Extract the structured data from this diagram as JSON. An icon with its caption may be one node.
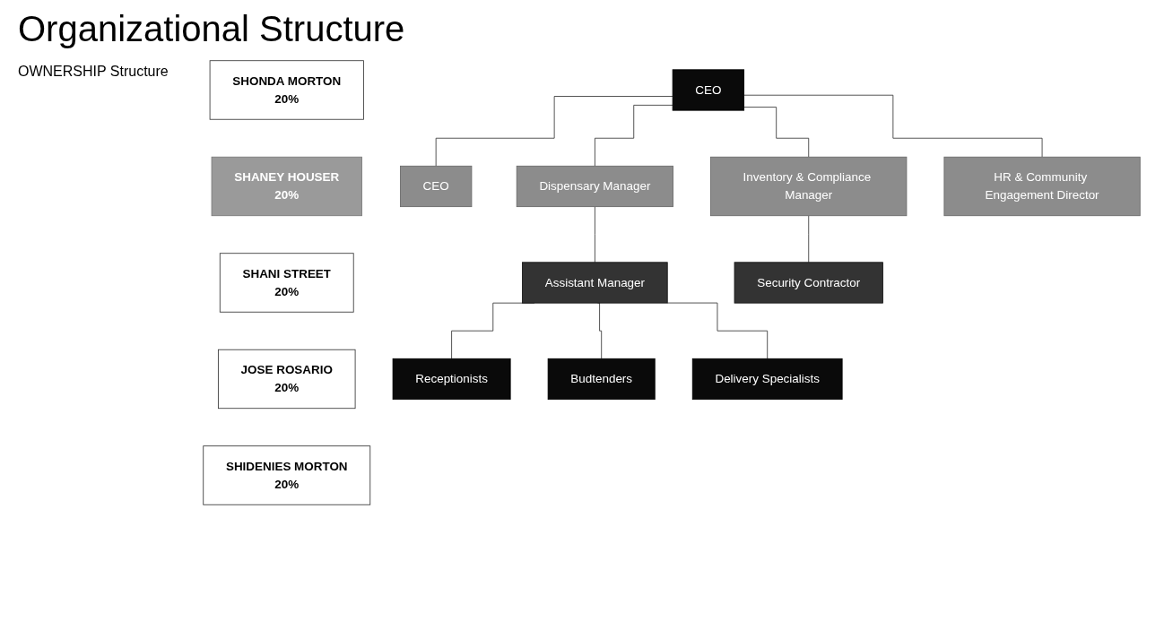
{
  "diagram": {
    "title": "Organizational Structure",
    "nodes": [
      {
        "text": [
          "SHONDA MORTON",
          "20%"
        ]
      },
      {
        "text": [
          "SHANEY HOUSER",
          "20%"
        ]
      },
      {
        "text": [
          "SHANI STREET",
          "20%"
        ]
      },
      {
        "text": [
          "JOSE ROSARIO",
          "20%"
        ]
      },
      {
        "text": [
          "SHIDENIES MORTON",
          "20%"
        ]
      },
      {
        "text": [
          "CEO"
        ]
      },
      {
        "text": [
          "CEO"
        ]
      },
      {
        "text": [
          "Dispensary Manager"
        ]
      },
      {
        "text": [
          "Inventory & Compliance Manager"
        ]
      },
      {
        "text": [
          "HR & Community Engagement Director"
        ]
      },
      {
        "text": [
          "Assistant Manager"
        ]
      },
      {
        "text": [
          "Security Contractor"
        ]
      },
      {
        "text": [
          "Receptionists"
        ]
      },
      {
        "text": [
          "Budtenders"
        ]
      },
      {
        "text": [
          "Delivery Specialists"
        ]
      }
    ],
    "edges": [
      {
        "from": 5,
        "to": 6,
        "arrow": "none"
      },
      {
        "from": 5,
        "to": 7,
        "arrow": "none"
      },
      {
        "from": 5,
        "to": 8,
        "arrow": "none"
      },
      {
        "from": 5,
        "to": 9,
        "arrow": "none"
      },
      {
        "from": 7,
        "to": 10,
        "arrow": "none"
      },
      {
        "from": 8,
        "to": 11,
        "arrow": "none"
      },
      {
        "from": 10,
        "to": 12,
        "arrow": "none"
      },
      {
        "from": 10,
        "to": 13,
        "arrow": "none"
      },
      {
        "from": 10,
        "to": 14,
        "arrow": "none"
      }
    ],
    "labels": [
      "OWNERSHIP Structure"
    ]
  }
}
